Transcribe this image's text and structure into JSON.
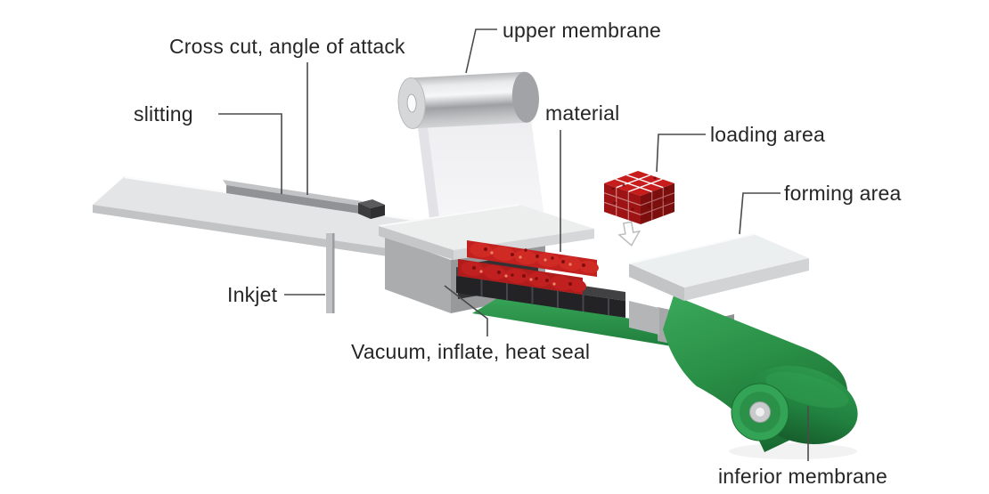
{
  "diagram": {
    "labels": {
      "cross_cut": "Cross cut, angle of attack",
      "upper_membrane": "upper membrane",
      "slitting": "slitting",
      "material": "material",
      "loading_area": "loading area",
      "forming_area": "forming area",
      "inkjet": "Inkjet",
      "vacuum_inflate_heat_seal": "Vacuum, inflate, heat seal",
      "inferior_membrane": "inferior membrane"
    },
    "colors": {
      "background": "#ffffff",
      "label_text": "#262626",
      "leader_line": "#4a4a4a",
      "machine_light_gray": "#ececee",
      "machine_gray": "#a9aaac",
      "tray_dark": "#232325",
      "material_red": "#c32020",
      "loading_cube_red": "#c81d1d",
      "membrane_green": "#2f9e50",
      "membrane_green_dark": "#1b6f35"
    }
  }
}
